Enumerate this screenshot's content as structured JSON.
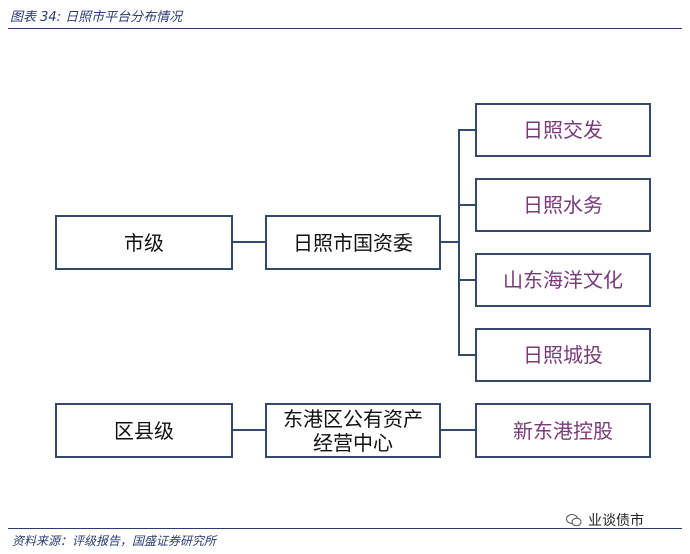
{
  "caption": "图表 34:  日照市平台分布情况",
  "nodes": {
    "city_level": "市级",
    "county_level": "区县级",
    "rizhao_sasac": "日照市国资委",
    "donggang_center": "东港区公有资产\n经营中心",
    "rizhao_jiaofa": "日照交发",
    "rizhao_shuiwu": "日照水务",
    "shandong_haiyang": "山东海洋文化",
    "rizhao_chengtou": "日照城投",
    "xin_donggang": "新东港控股"
  },
  "source": "资料来源：评级报告，国盛证券研究所",
  "watermark": "业谈债市"
}
